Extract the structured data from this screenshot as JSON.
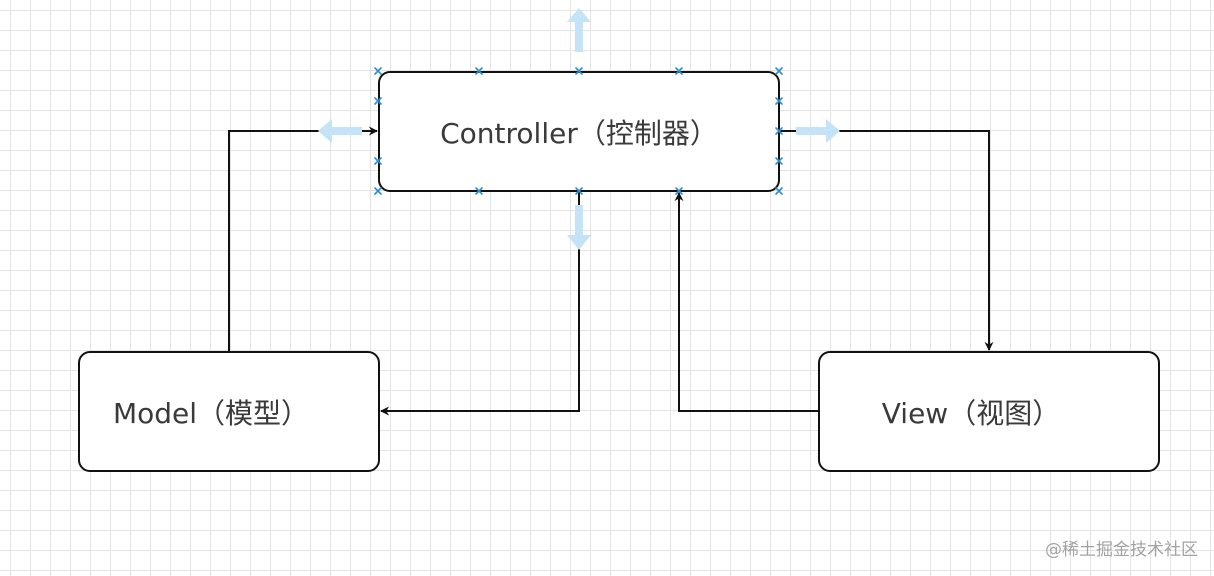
{
  "nodes": {
    "controller": {
      "label": "Controller（控制器）"
    },
    "model": {
      "label": "Model（模型）"
    },
    "view": {
      "label": "View（视图）"
    }
  },
  "edges": [
    {
      "from": "model",
      "to": "controller"
    },
    {
      "from": "controller",
      "to": "model"
    },
    {
      "from": "controller",
      "to": "view"
    },
    {
      "from": "view",
      "to": "controller"
    }
  ],
  "selection": {
    "selected_node": "controller"
  },
  "colors": {
    "stroke": "#111111",
    "text": "#3a3a3a",
    "grid": "#e4e4e4",
    "selection_point": "#2b8fd4",
    "hover_arrow": "#c5e3f6",
    "watermark": "#a3a3a3"
  },
  "watermark": {
    "text": "@稀土掘金技术社区"
  }
}
